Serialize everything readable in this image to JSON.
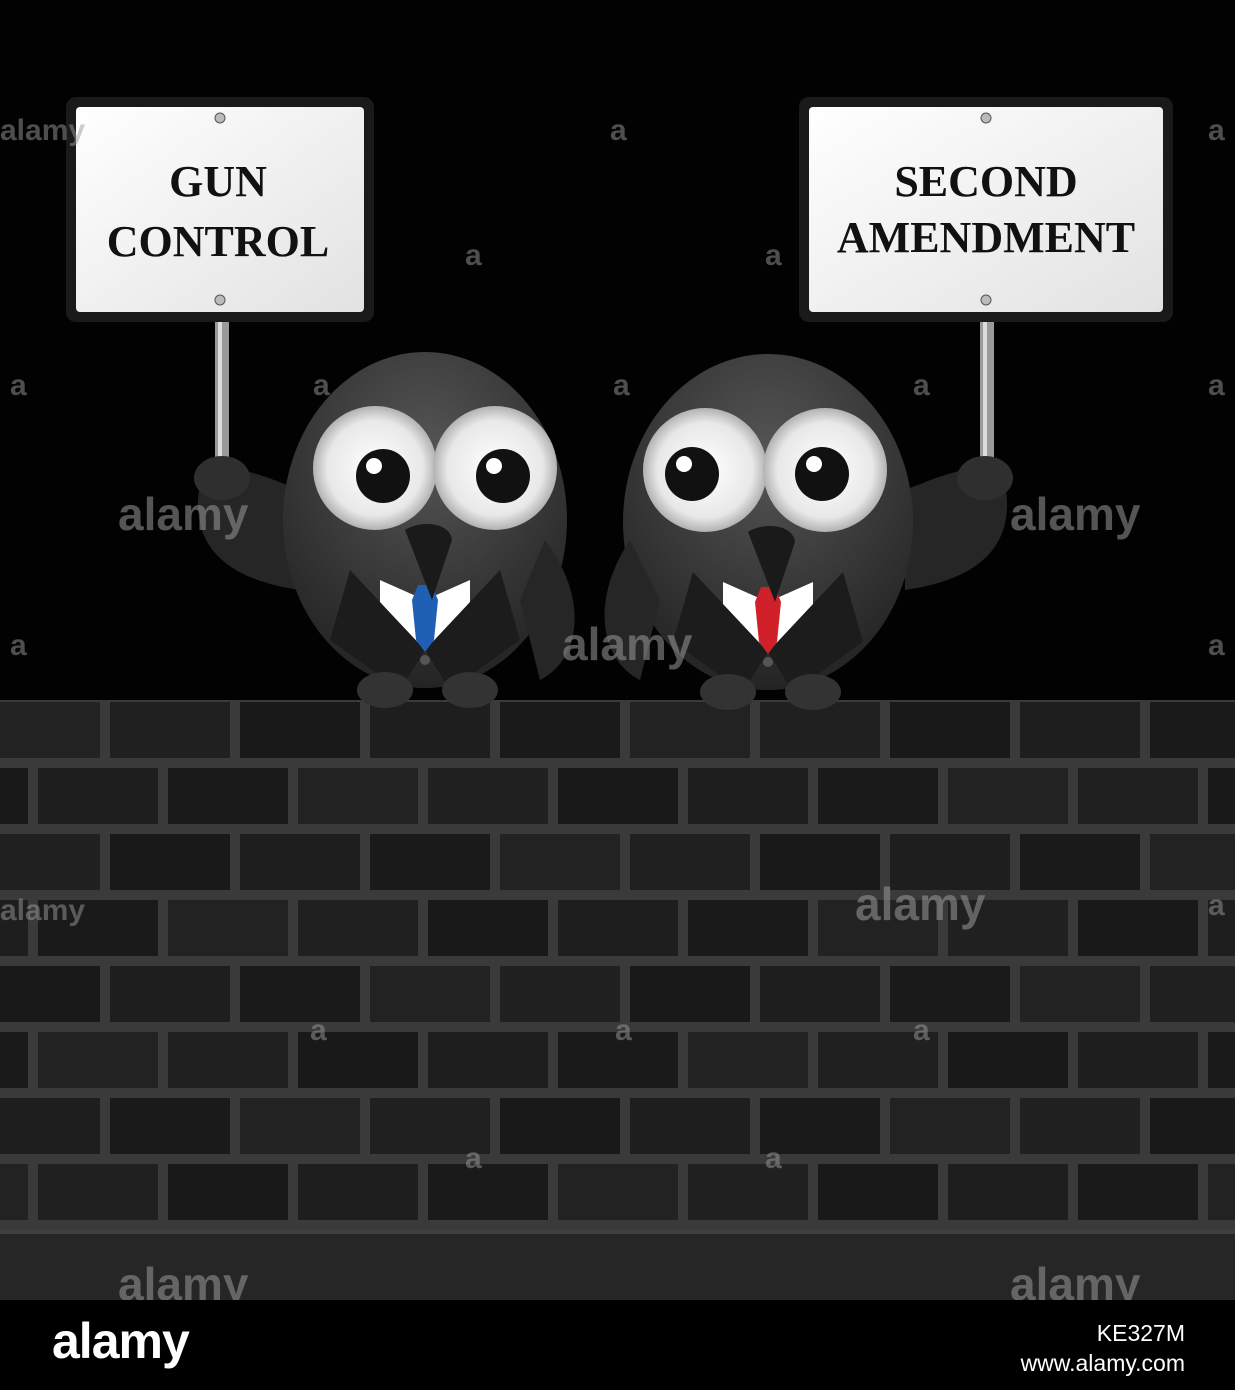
{
  "signs": {
    "left": {
      "line1": "GUN",
      "line2": "CONTROL"
    },
    "right": {
      "line1": "SECOND",
      "line2": "AMENDMENT"
    }
  },
  "watermark": {
    "text": "alamy",
    "glyph": "a"
  },
  "footer": {
    "logo": "alamy",
    "image_id": "KE327M",
    "site": "www.alamy.com"
  },
  "colors": {
    "background": "#020202",
    "tie_left": "#1f5fb4",
    "tie_right": "#d0202a",
    "brick": "#1c1c1c",
    "mortar": "#3c3c3c",
    "bird": "#2b2b2b"
  }
}
